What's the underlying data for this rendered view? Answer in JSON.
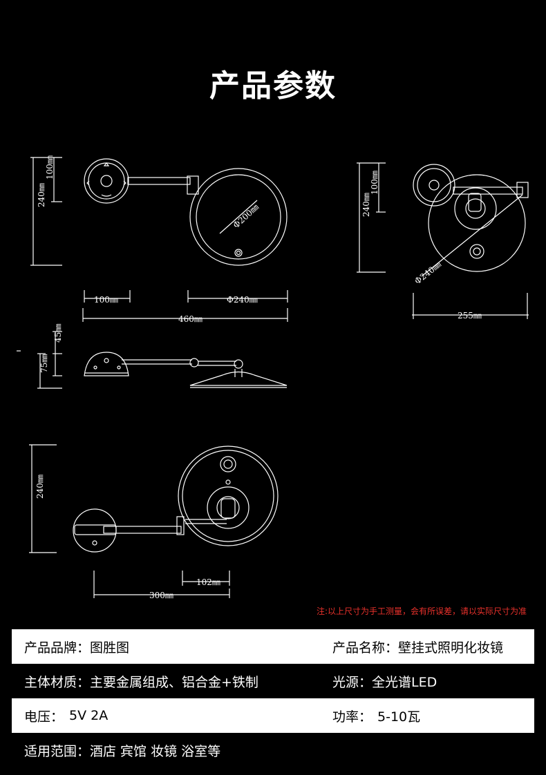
{
  "page_title": "产品参数",
  "dimensions": {
    "view1": {
      "height": "240㎜",
      "mount": "100㎜",
      "mirror_diam": "Φ200㎜",
      "arm": "100㎜",
      "overall_diam": "Φ240㎜",
      "total": "460㎜"
    },
    "view2": {
      "height": "240㎜",
      "mount": "100㎜",
      "diam": "Φ240㎜",
      "width": "255㎜"
    },
    "view3": {
      "h1": "45㎜",
      "h2": "75㎜"
    },
    "view4": {
      "height": "240㎜",
      "depth": "102㎜",
      "total": "300㎜"
    }
  },
  "note": "注:以上尺寸为手工测量，会有所误差，请以实际尺寸为准",
  "specs": [
    {
      "label": "产品品牌：",
      "value": "图胜图",
      "label2": "产品名称：",
      "value2": "壁挂式照明化妆镜"
    },
    {
      "label": "主体材质：",
      "value": "主要金属组成、铝合金+铁制",
      "label2": "光源：",
      "value2": "全光谱LED"
    },
    {
      "label": "电压：",
      "value": "5V 2A",
      "label2": "功率：",
      "value2": "5-10瓦"
    },
    {
      "label": "适用范围：",
      "value": "酒店 宾馆 妆镜 浴室等"
    }
  ],
  "colors": {
    "background": "#000000",
    "line": "#ffffff",
    "note": "#e8312b"
  }
}
